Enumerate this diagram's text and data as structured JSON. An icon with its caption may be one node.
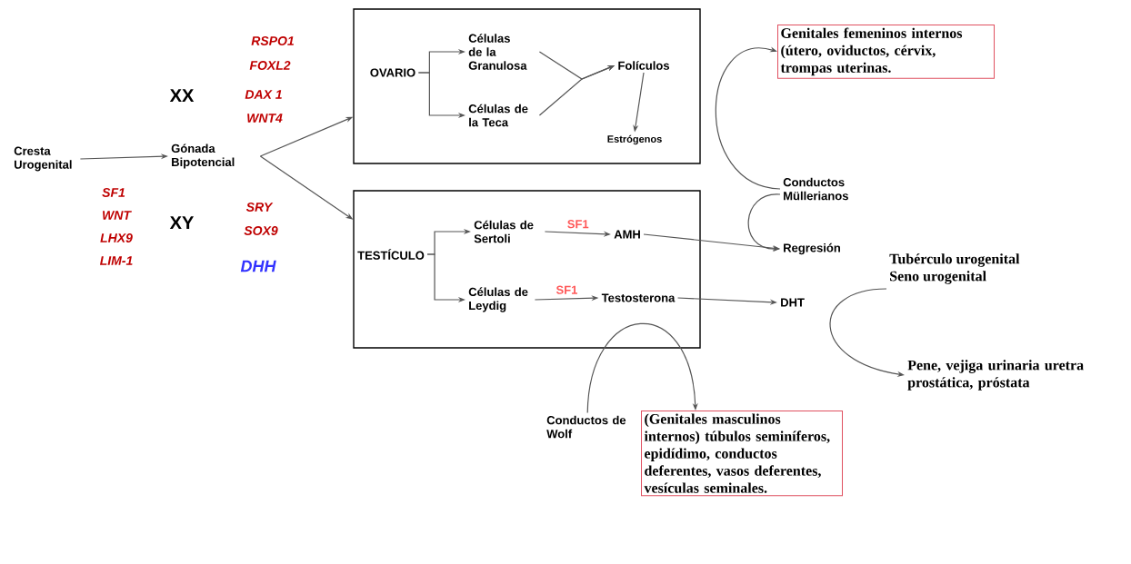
{
  "diagram": {
    "nodes": [
      {
        "text": [
          "Cresta Urogenital"
        ]
      },
      {
        "text": [
          "Gónada Bipotencial"
        ]
      },
      {
        "text": [],
        "shape": "box"
      },
      {
        "text": [
          "OVARIO"
        ],
        "in": 2
      },
      {
        "text": [
          "Células de la Granulosa"
        ],
        "in": 2
      },
      {
        "text": [
          "Células de la Teca"
        ],
        "in": 2
      },
      {
        "text": [
          "Folículos"
        ],
        "in": 2
      },
      {
        "text": [
          "Estrógenos"
        ],
        "in": 2
      },
      {
        "text": [],
        "shape": "box"
      },
      {
        "text": [
          "TESTÍCULO"
        ],
        "in": 8
      },
      {
        "text": [
          "Células de Sertoli"
        ],
        "in": 8
      },
      {
        "text": [
          "AMH"
        ],
        "in": 8
      },
      {
        "text": [
          "Células de Leydig"
        ],
        "in": 8
      },
      {
        "text": [
          "Testosterona"
        ],
        "in": 8
      },
      {
        "text": [
          "Genitales femeninos internos (útero, oviductos, cérvix, trompas uterinas."
        ]
      },
      {
        "text": [
          "Conductos Müllerianos"
        ]
      },
      {
        "text": [
          "Regresión"
        ]
      },
      {
        "text": [
          "DHT"
        ]
      },
      {
        "text": [
          "Tubérculo urogenital",
          "Seno urogenital"
        ]
      },
      {
        "text": [
          "Pene, vejiga urinaria uretra prostática, próstata"
        ]
      },
      {
        "text": [
          "Conductos de Wolf"
        ]
      },
      {
        "text": [
          "(Genitales masculinos internos) túbulos seminíferos, epidídimo, conductos deferentes, vasos deferentes, vesículas seminales."
        ]
      }
    ],
    "edges": [
      {
        "from": 0,
        "to": 1,
        "arrow": "to"
      },
      {
        "from": 1,
        "to": 2,
        "arrow": "to"
      },
      {
        "from": 1,
        "to": 8,
        "arrow": "to"
      },
      {
        "from": 3,
        "to": 4,
        "arrow": "to"
      },
      {
        "from": 3,
        "to": 5,
        "arrow": "to"
      },
      {
        "from": 4,
        "to": 6,
        "arrow": "to"
      },
      {
        "from": 5,
        "to": 6,
        "arrow": "to"
      },
      {
        "from": 6,
        "to": 7,
        "arrow": "to"
      },
      {
        "from": 9,
        "to": 10,
        "arrow": "to"
      },
      {
        "from": 9,
        "to": 12,
        "arrow": "to"
      },
      {
        "from": 10,
        "to": 11,
        "arrow": "to",
        "label": "SF1"
      },
      {
        "from": 12,
        "to": 13,
        "arrow": "to",
        "label": "SF1"
      },
      {
        "from": 11,
        "to": 16,
        "arrow": "to"
      },
      {
        "from": 15,
        "to": 14,
        "arrow": "to"
      },
      {
        "from": 15,
        "to": 16,
        "arrow": "to"
      },
      {
        "from": 13,
        "to": 17,
        "arrow": "to"
      },
      {
        "from": 18,
        "to": 19,
        "arrow": "to"
      },
      {
        "from": 20,
        "to": 21,
        "arrow": "to"
      }
    ],
    "labels": [
      "RSPO1",
      "FOXL2",
      "XX",
      "DAX 1",
      "WNT4",
      "SF1",
      "WNT",
      "XY",
      "SRY",
      "SOX9",
      "LHX9",
      "LIM-1",
      "DHH"
    ]
  }
}
